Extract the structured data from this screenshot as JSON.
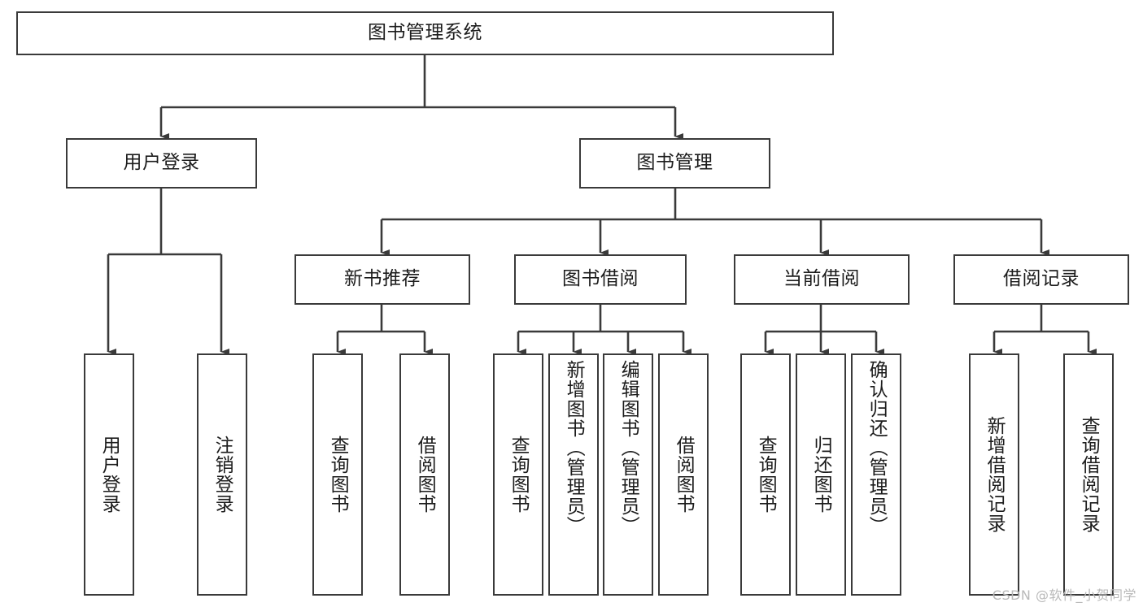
{
  "diagram": {
    "title": "图书管理系统",
    "type": "tree-hierarchy",
    "watermark": "CSDN @软件_小贺同学",
    "colors": {
      "stroke": "#3a3a3a",
      "fill": "#ffffff",
      "text": "#1c1c1c",
      "watermark": "#b9b9b9"
    },
    "nodes": {
      "root": {
        "label": "图书管理系统"
      },
      "level2": [
        {
          "id": "user-login",
          "label": "用户登录"
        },
        {
          "id": "book-management",
          "label": "图书管理"
        }
      ],
      "level3": [
        {
          "id": "new-book-recommend",
          "label": "新书推荐"
        },
        {
          "id": "book-borrow",
          "label": "图书借阅"
        },
        {
          "id": "current-borrow",
          "label": "当前借阅"
        },
        {
          "id": "borrow-record",
          "label": "借阅记录"
        }
      ],
      "leaves": {
        "user_login": [
          {
            "id": "leaf-user-login",
            "label": "用户登录"
          },
          {
            "id": "leaf-logout-login",
            "label": "注销登录"
          }
        ],
        "new_book_recommend": [
          {
            "id": "leaf-query-book-1",
            "label": "查询图书"
          },
          {
            "id": "leaf-borrow-book-1",
            "label": "借阅图书"
          }
        ],
        "book_borrow": [
          {
            "id": "leaf-query-book-2",
            "label": "查询图书"
          },
          {
            "id": "leaf-add-book",
            "label": "新增图书（管理员）"
          },
          {
            "id": "leaf-edit-book",
            "label": "编辑图书（管理员）"
          },
          {
            "id": "leaf-borrow-book-2",
            "label": "借阅图书"
          }
        ],
        "current_borrow": [
          {
            "id": "leaf-query-book-3",
            "label": "查询图书"
          },
          {
            "id": "leaf-return-book",
            "label": "归还图书"
          },
          {
            "id": "leaf-confirm-return",
            "label": "确认归还（管理员）"
          }
        ],
        "borrow_record": [
          {
            "id": "leaf-add-record",
            "label": "新增借阅记录"
          },
          {
            "id": "leaf-query-record",
            "label": "查询借阅记录"
          }
        ]
      }
    }
  }
}
